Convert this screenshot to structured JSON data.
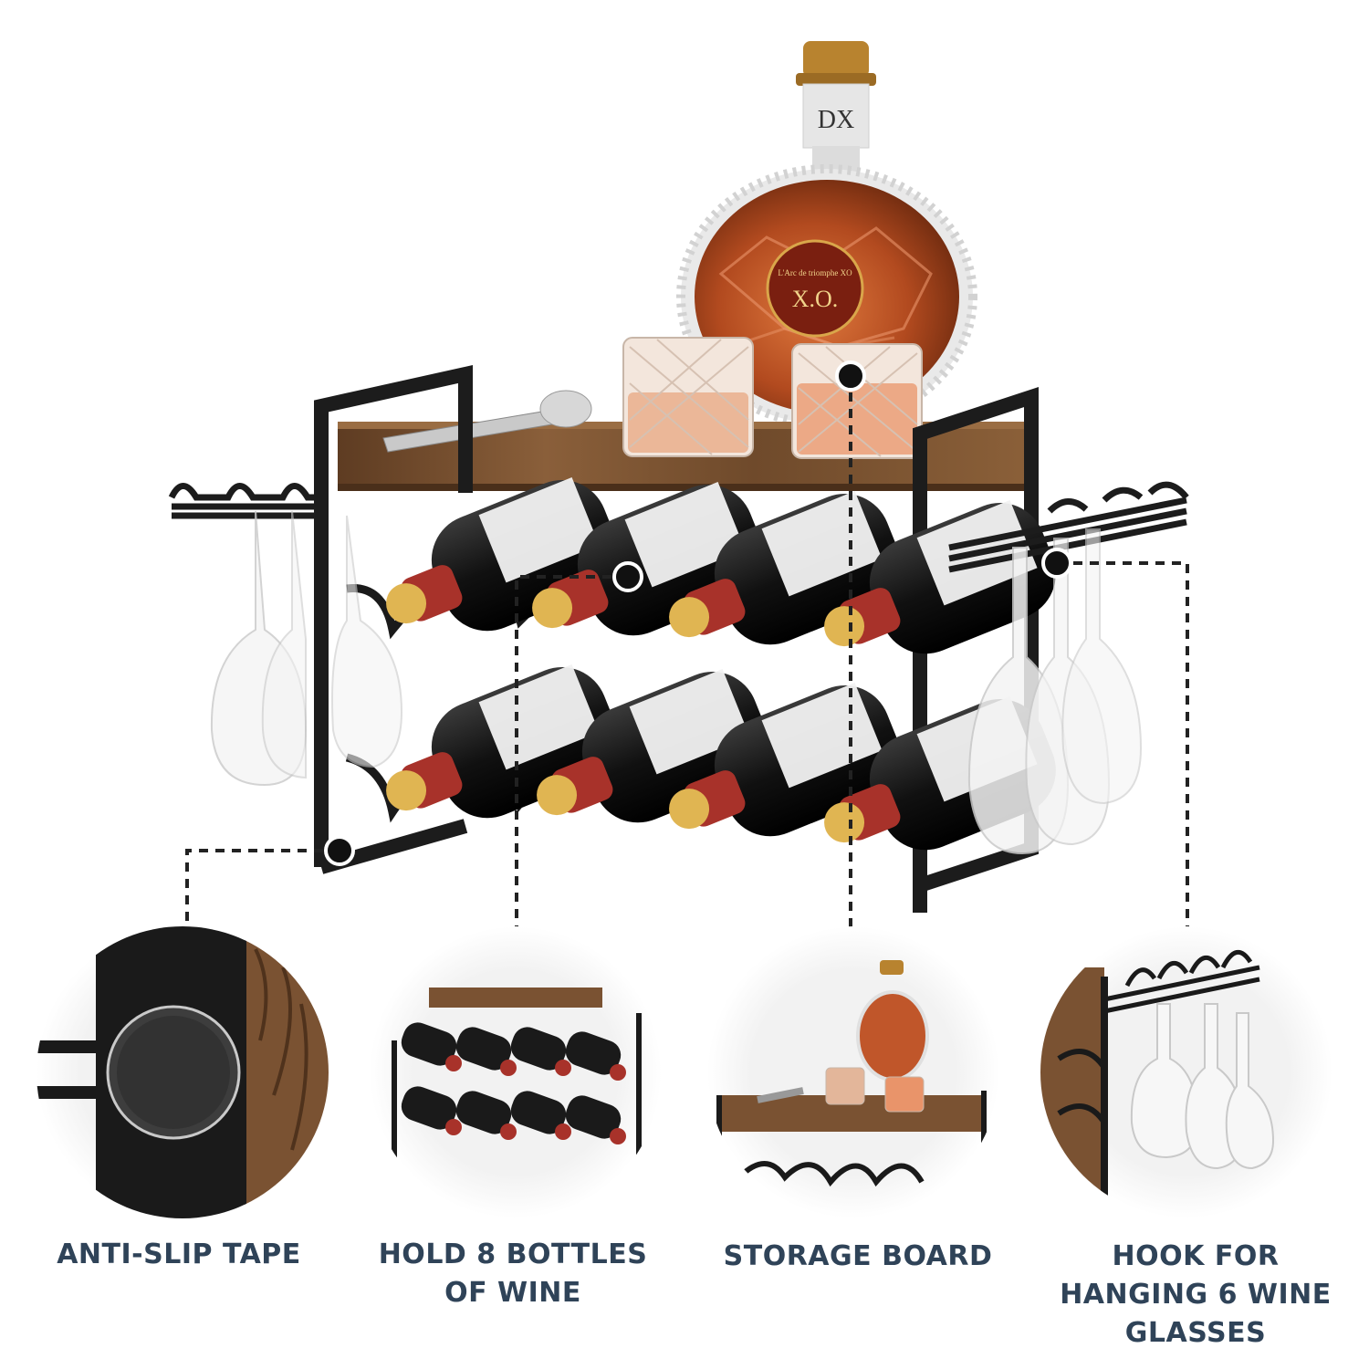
{
  "captions": [
    {
      "id": "anti-slip-tape",
      "lines": [
        "ANTI-SLIP TAPE"
      ]
    },
    {
      "id": "hold-8-bottles",
      "lines": [
        "HOLD 8 BOTTLES",
        "OF WINE"
      ]
    },
    {
      "id": "storage-board",
      "lines": [
        "STORAGE BOARD"
      ]
    },
    {
      "id": "hook-for-glasses",
      "lines": [
        "HOOK FOR",
        "HANGING 6 WINE",
        "GLASSES"
      ]
    }
  ],
  "decanter_label": {
    "brand": "L'Arc de triomphe XO",
    "mark": "X.O."
  },
  "decanter_stopper": "DX",
  "colors": {
    "caption_text": "#2f4358",
    "frame_black": "#1c1c1c",
    "wood": "#7a5232",
    "cognac": "#c0562a",
    "bottle_foil": "#a8322a",
    "callout_dash": "#222222"
  }
}
